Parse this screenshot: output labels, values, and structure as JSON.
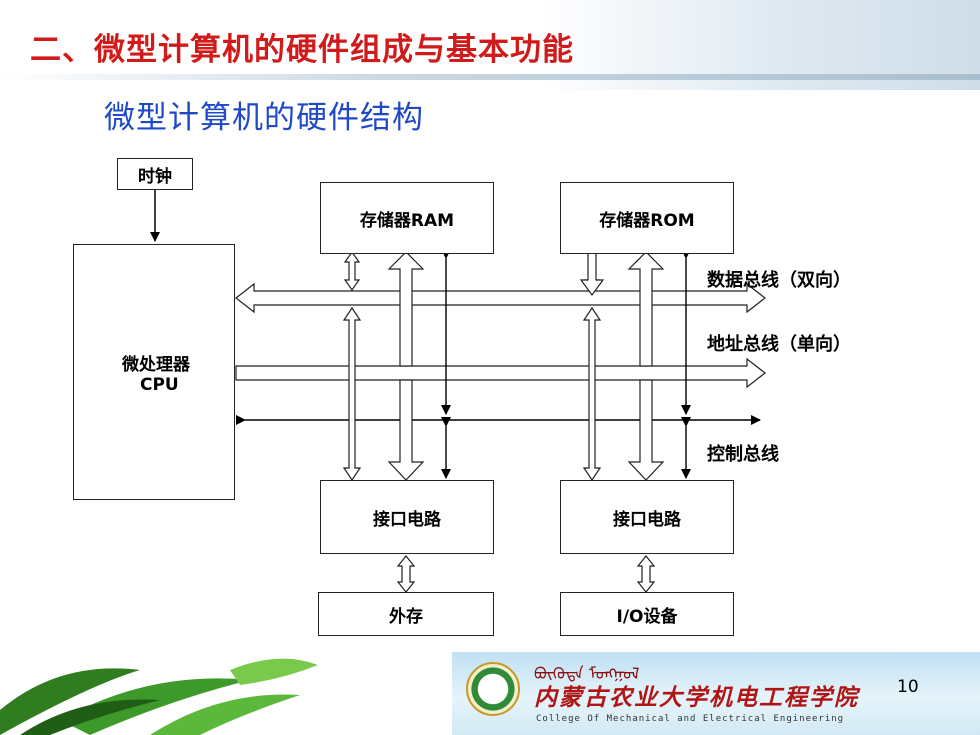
{
  "header": {
    "title": "二、微型计算机的硬件组成与基本功能",
    "subtitle": "微型计算机的硬件结构"
  },
  "diagram": {
    "clock": "时钟",
    "cpu_line1": "微处理器",
    "cpu_line2": "CPU",
    "ram": "存储器RAM",
    "rom": "存储器ROM",
    "interface1": "接口电路",
    "interface2": "接口电路",
    "external_storage": "外存",
    "io_device": "I/O设备",
    "data_bus": "数据总线（双向）",
    "address_bus": "地址总线（单向）",
    "control_bus": "控制总线"
  },
  "footer": {
    "school_mongolian": "ᠪᠦᠭᠦᠳᠡ ᠮᠣᠩᠭᠣᠯ",
    "school_cn": "内蒙古农业大学机电工程学院",
    "school_en": "College Of Mechanical and Electrical Engineering",
    "page_number": "10"
  },
  "colors": {
    "title": "#d11a1a",
    "subtitle": "#1f49c9"
  }
}
